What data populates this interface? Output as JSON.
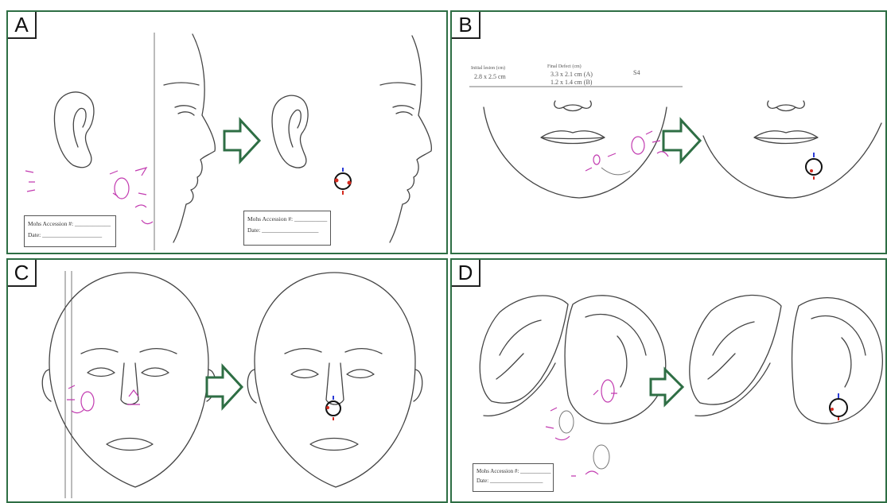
{
  "panels": [
    {
      "label": "A"
    },
    {
      "label": "B"
    },
    {
      "label": "C"
    },
    {
      "label": "D"
    }
  ],
  "form": {
    "accession": "Mohs Accession #: ____________",
    "date": "Date: ____________________",
    "accession_clean": "Mohs Accession #: ___________",
    "date_clean": "Date: ___________________"
  },
  "handwriting": {
    "line1": "Initial lesion (cm)",
    "line2": "2.8 x 2.5 cm",
    "line3": "Final Defect (cm)",
    "line4": "3.3 x 2.1 cm  (A)",
    "line5": "1.2 x 1.4 cm   (B)",
    "line6": "S4"
  },
  "colors": {
    "panel_border": "#2e6e44",
    "marker_red": "#d42a1e",
    "marker_blue": "#2b3bd6",
    "ink_pink": "#c23bb0"
  }
}
